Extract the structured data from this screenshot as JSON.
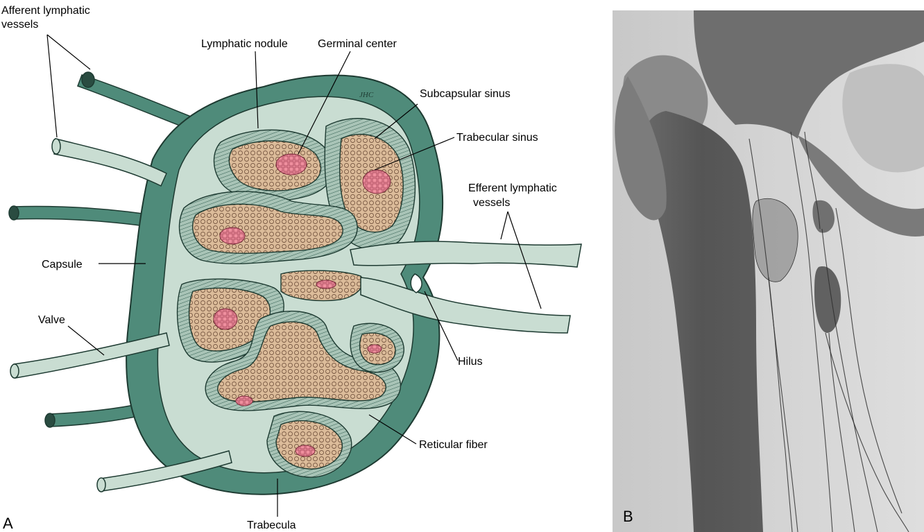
{
  "panel_a": {
    "letter": "A",
    "labels": {
      "afferent_line1": "Afferent lymphatic",
      "afferent_line2": "vessels",
      "lymphatic_nodule": "Lymphatic nodule",
      "germinal_center": "Germinal center",
      "subcapsular_sinus": "Subcapsular sinus",
      "trabecular_sinus": "Trabecular sinus",
      "efferent_line1": "Efferent lymphatic",
      "efferent_line2": "vessels",
      "capsule": "Capsule",
      "valve": "Valve",
      "hilus": "Hilus",
      "reticular_fiber": "Reticular fiber",
      "trabecula": "Trabecula",
      "artist_mark": "JHC"
    }
  },
  "panel_b": {
    "letter": "B"
  },
  "colors": {
    "capsule_dark": "#4f8b7a",
    "sinus_light": "#c9ddd2",
    "cortex_tan": "#dcbc9a",
    "germinal_pink": "#ef8f9e",
    "xray_bg": "#d0d0d0",
    "bone_dark": "#5e5e5e"
  }
}
